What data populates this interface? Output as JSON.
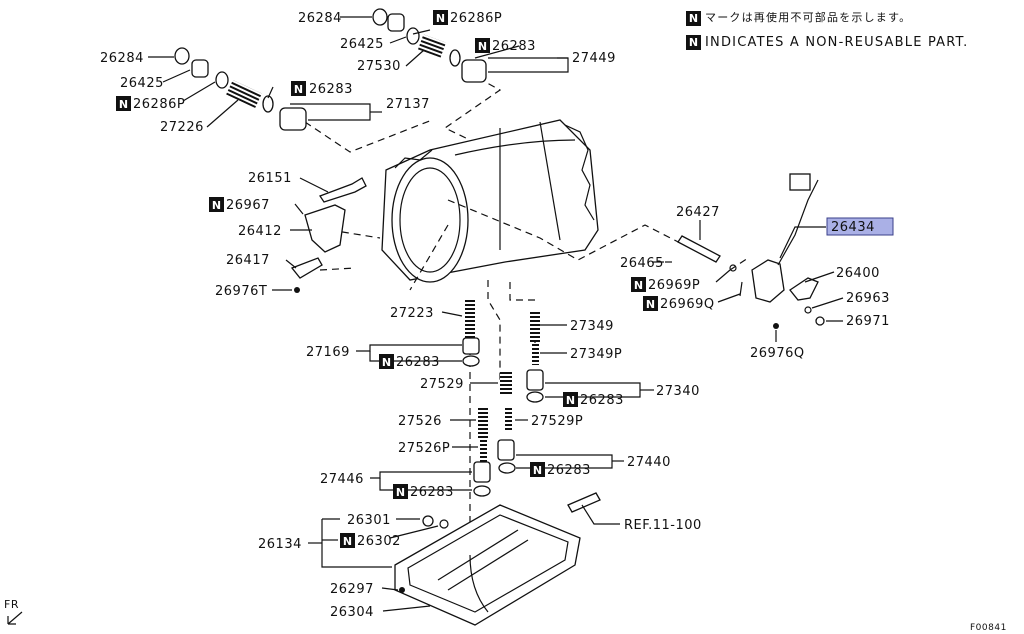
{
  "legend": {
    "jp": "マークは再使用不可部品を示します。",
    "en": "INDICATES A NON-REUSABLE PART.",
    "n_mark": "N"
  },
  "labels": {
    "p26284a": "26284",
    "p26286Pa": "26286P",
    "p26425a": "26425",
    "p26283a": "26283",
    "p27530": "27530",
    "p27449": "27449",
    "p26284b": "26284",
    "p26425b": "26425",
    "p26286Pb": "26286P",
    "p26283b": "26283",
    "p27137": "27137",
    "p27226": "27226",
    "p26151": "26151",
    "p26967": "26967",
    "p26412": "26412",
    "p26417": "26417",
    "p26976T": "26976T",
    "p26427": "26427",
    "p26434": "26434",
    "p26465": "26465",
    "p26969P": "26969P",
    "p26969Q": "26969Q",
    "p26400": "26400",
    "p26963": "26963",
    "p26971": "26971",
    "p26976Q": "26976Q",
    "p27223": "27223",
    "p27169": "27169",
    "p26283c": "26283",
    "p27349": "27349",
    "p27349P": "27349P",
    "p27529": "27529",
    "p27340": "27340",
    "p26283d": "26283",
    "p27526": "27526",
    "p27529P": "27529P",
    "p27526P": "27526P",
    "p27440": "27440",
    "p26283e": "26283",
    "p27446": "27446",
    "p26283f": "26283",
    "p26301": "26301",
    "p26302": "26302",
    "p26134": "26134",
    "p26297": "26297",
    "p26304": "26304",
    "ref": "REF.11-100",
    "fr": "FR",
    "code": "F00841"
  },
  "colors": {
    "highlight": "#aab0e6",
    "ink": "#111111"
  }
}
